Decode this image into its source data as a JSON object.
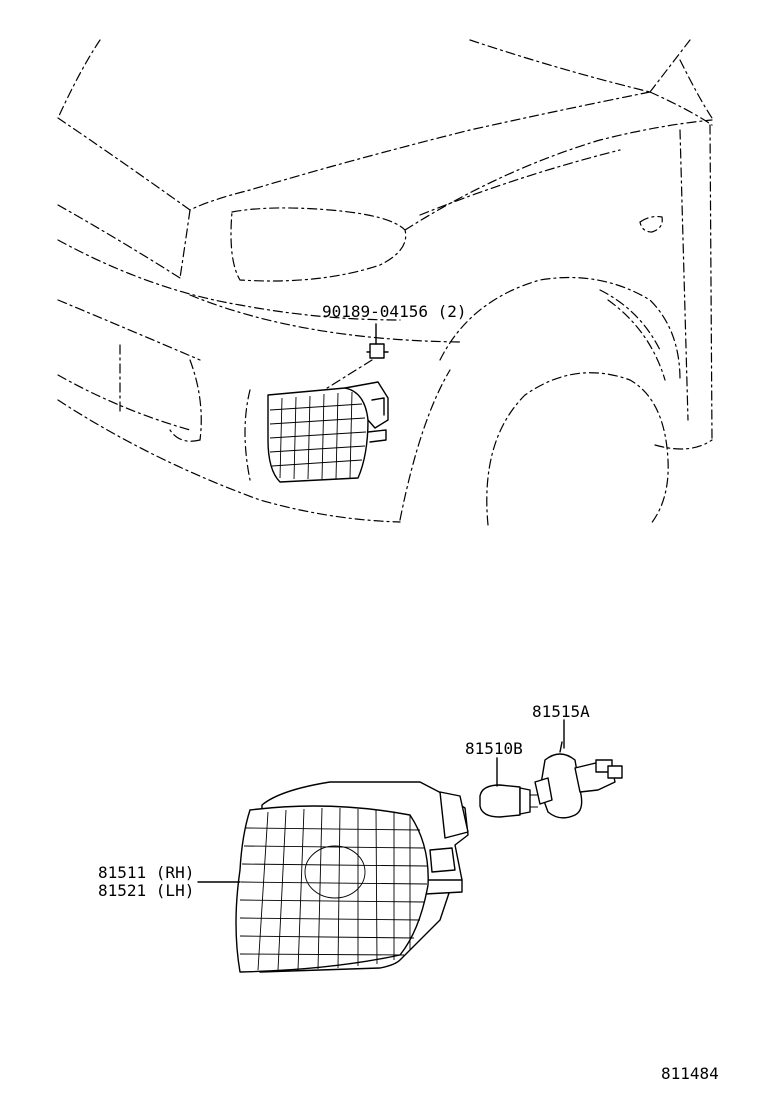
{
  "callouts": {
    "clip": "90189-04156 (2)",
    "socket": "81515A",
    "bulb": "81510B",
    "lamp_rh": "81511 (RH)",
    "lamp_lh": "81521 (LH)"
  },
  "illustration_id": "811484"
}
